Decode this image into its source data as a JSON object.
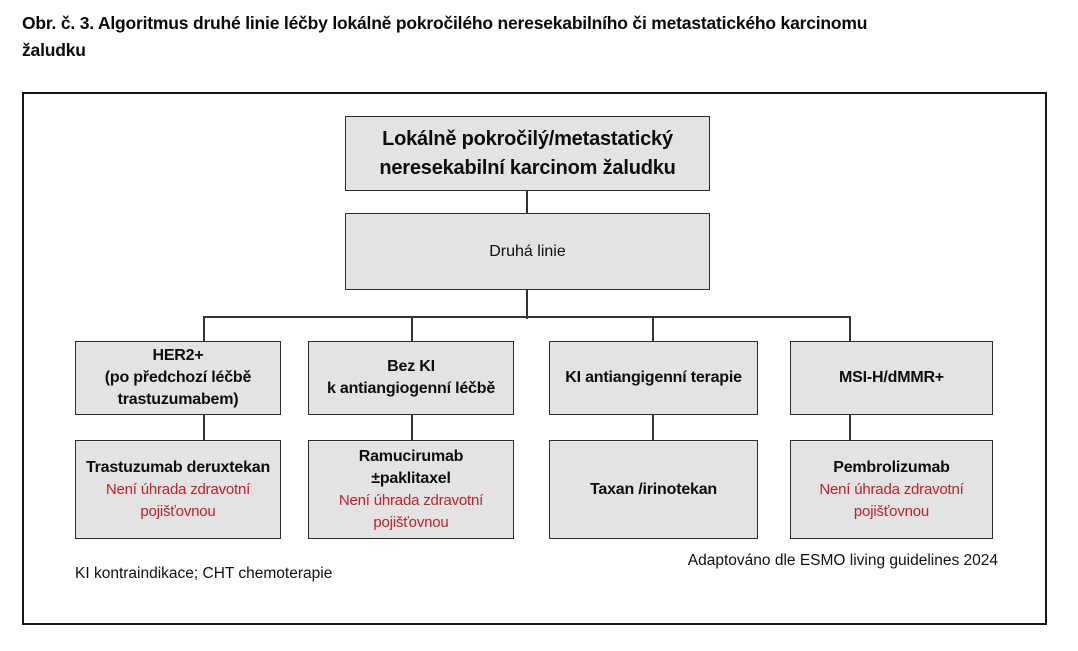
{
  "title": "Obr. č. 3. Algoritmus druhé linie léčby lokálně pokročilého neresekabilního či metastatického karcinomu\nžaludku",
  "flowchart": {
    "root": "Lokálně pokročilý/metastatický\nneresekabilní karcinom žaludku",
    "stage": "Druhá linie",
    "branches": [
      {
        "condition": "HER2+\n(po předchozí léčbě\ntrastuzumabem)",
        "treatment": "Trastuzumab deruxtekan",
        "note": "Není úhrada zdravotní\npojišťovnou"
      },
      {
        "condition": "Bez KI\nk antiangiogenní léčbě",
        "treatment": "Ramucirumab\n±paklitaxel",
        "note": "Není úhrada zdravotní\npojišťovnou"
      },
      {
        "condition": "KI antiangigenní terapie",
        "treatment": "Taxan /irinotekan"
      },
      {
        "condition": "MSI-H/dMMR+",
        "treatment": "Pembrolizumab",
        "note": "Není úhrada zdravotní\npojišťovnou"
      }
    ],
    "footnote": "KI kontraindikace; CHT chemoterapie",
    "credit": "Adaptováno dle ESMO living guidelines 2024"
  },
  "colors": {
    "box_fill": "#e3e3e3",
    "box_border": "#2d2d2d",
    "note_red": "#c4202a",
    "frame_border": "#161616",
    "text": "#0d0d0d"
  }
}
